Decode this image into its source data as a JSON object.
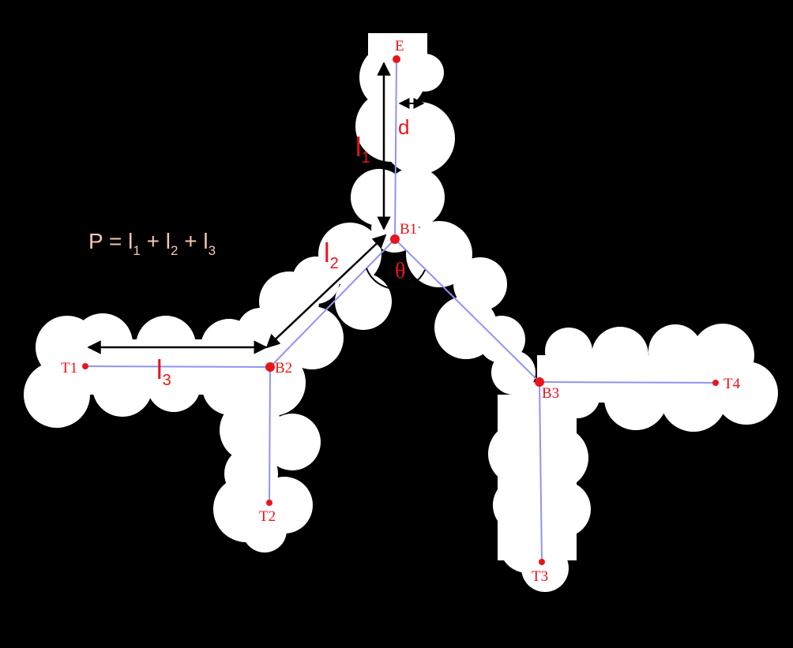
{
  "colors": {
    "background": "#000000",
    "region_fill": "#ffffff",
    "skeleton": "#8f95f0",
    "node": "#e8141b",
    "label": "#e8141b",
    "arrow": "#000000",
    "formula": "#f5c6b0"
  },
  "nodes": {
    "E": "E",
    "B1": "B1",
    "B2": "B2",
    "B3": "B3",
    "T1": "T1",
    "T2": "T2",
    "T3": "T3",
    "T4": "T4"
  },
  "measurements": {
    "l1": "l",
    "l1_sub": "1",
    "l2": "l",
    "l2_sub": "2",
    "l3": "l",
    "l3_sub": "3",
    "d": "d",
    "theta": "θ"
  },
  "formula": {
    "lhs": "P = ",
    "t1": "l",
    "s1": "1",
    "plus1": " + ",
    "t2": "l",
    "s2": "2",
    "plus2": " + ",
    "t3": "l",
    "s3": "3"
  }
}
